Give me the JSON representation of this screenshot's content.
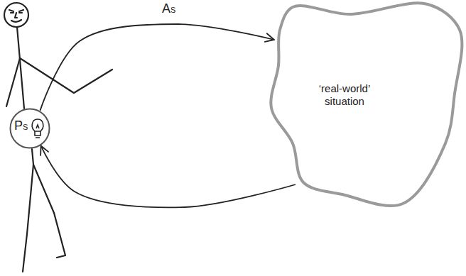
{
  "diagram": {
    "nodes": [
      {
        "text": [
          "PS"
        ]
      },
      {
        "text": [
          "‘real-world’ situation"
        ]
      }
    ],
    "edges": [
      {
        "from": 0,
        "to": 1,
        "arrow": "to",
        "label": "AS"
      },
      {
        "from": 1,
        "to": 0,
        "arrow": "to"
      }
    ]
  }
}
